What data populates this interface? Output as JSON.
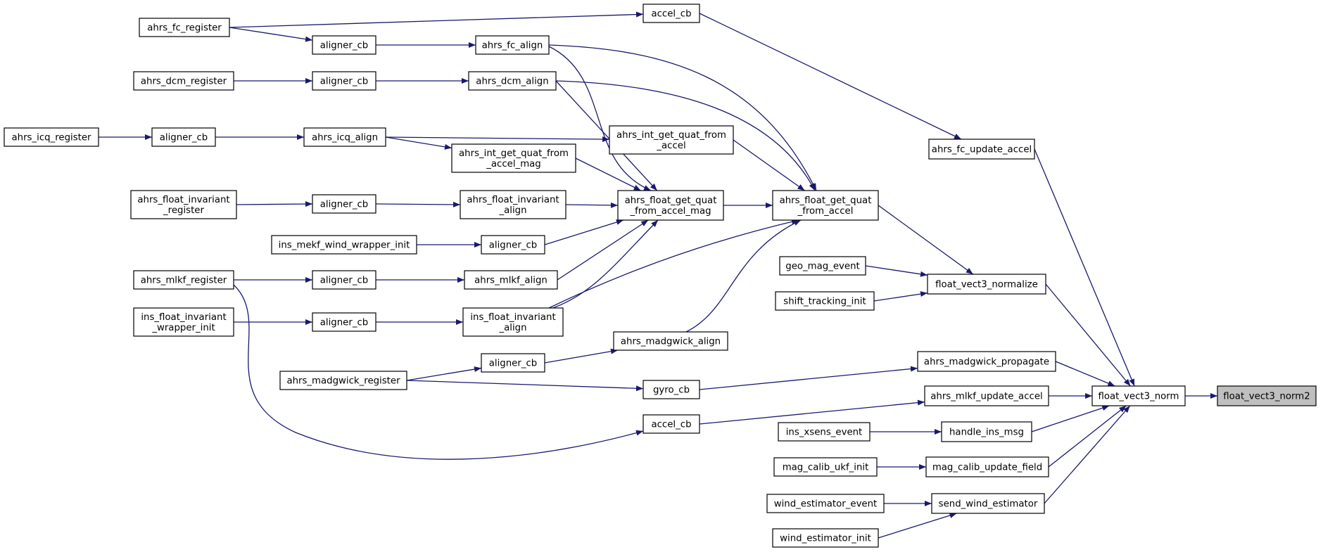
{
  "nodes": [
    {
      "id": "float_vect3_norm2",
      "lines": [
        "float_vect3_norm2"
      ],
      "highlight": true
    },
    {
      "id": "float_vect3_norm",
      "lines": [
        "float_vect3_norm"
      ]
    },
    {
      "id": "ahrs_fc_update_accel",
      "lines": [
        "ahrs_fc_update_accel"
      ]
    },
    {
      "id": "float_vect3_normalize",
      "lines": [
        "float_vect3_normalize"
      ]
    },
    {
      "id": "ahrs_madgwick_propagate",
      "lines": [
        "ahrs_madgwick_propagate"
      ]
    },
    {
      "id": "ahrs_mlkf_update_accel",
      "lines": [
        "ahrs_mlkf_update_accel"
      ]
    },
    {
      "id": "handle_ins_msg",
      "lines": [
        "handle_ins_msg"
      ]
    },
    {
      "id": "mag_calib_update_field",
      "lines": [
        "mag_calib_update_field"
      ]
    },
    {
      "id": "send_wind_estimator",
      "lines": [
        "send_wind_estimator"
      ]
    },
    {
      "id": "accel_cb_top",
      "lines": [
        "accel_cb"
      ]
    },
    {
      "id": "ahrs_float_get_quat_from_accel",
      "lines": [
        "ahrs_float_get_quat",
        "_from_accel"
      ]
    },
    {
      "id": "geo_mag_event",
      "lines": [
        "geo_mag_event"
      ]
    },
    {
      "id": "shift_tracking_init",
      "lines": [
        "shift_tracking_init"
      ]
    },
    {
      "id": "gyro_cb",
      "lines": [
        "gyro_cb"
      ]
    },
    {
      "id": "accel_cb_bottom",
      "lines": [
        "accel_cb"
      ]
    },
    {
      "id": "ins_xsens_event",
      "lines": [
        "ins_xsens_event"
      ]
    },
    {
      "id": "mag_calib_ukf_init",
      "lines": [
        "mag_calib_ukf_init"
      ]
    },
    {
      "id": "wind_estimator_event",
      "lines": [
        "wind_estimator_event"
      ]
    },
    {
      "id": "wind_estimator_init",
      "lines": [
        "wind_estimator_init"
      ]
    },
    {
      "id": "ahrs_fc_register",
      "lines": [
        "ahrs_fc_register"
      ]
    },
    {
      "id": "ahrs_fc_align",
      "lines": [
        "ahrs_fc_align"
      ]
    },
    {
      "id": "ahrs_dcm_align",
      "lines": [
        "ahrs_dcm_align"
      ]
    },
    {
      "id": "ahrs_int_get_quat_from_accel",
      "lines": [
        "ahrs_int_get_quat_from",
        "_accel"
      ]
    },
    {
      "id": "ahrs_float_get_quat_from_accel_mag",
      "lines": [
        "ahrs_float_get_quat",
        "_from_accel_mag"
      ]
    },
    {
      "id": "ins_float_invariant_align",
      "lines": [
        "ins_float_invariant",
        "_align"
      ]
    },
    {
      "id": "ahrs_madgwick_align",
      "lines": [
        "ahrs_madgwick_align"
      ]
    },
    {
      "id": "ahrs_madgwick_register",
      "lines": [
        "ahrs_madgwick_register"
      ]
    },
    {
      "id": "ahrs_mlkf_register",
      "lines": [
        "ahrs_mlkf_register"
      ]
    },
    {
      "id": "aligner_cb_fc",
      "lines": [
        "aligner_cb"
      ]
    },
    {
      "id": "ahrs_dcm_register",
      "lines": [
        "ahrs_dcm_register"
      ]
    },
    {
      "id": "aligner_cb_dcm",
      "lines": [
        "aligner_cb"
      ]
    },
    {
      "id": "ahrs_icq_register",
      "lines": [
        "ahrs_icq_register"
      ]
    },
    {
      "id": "aligner_cb_icq",
      "lines": [
        "aligner_cb"
      ]
    },
    {
      "id": "ahrs_icq_align",
      "lines": [
        "ahrs_icq_align"
      ]
    },
    {
      "id": "ahrs_int_get_quat_from_accel_mag",
      "lines": [
        "ahrs_int_get_quat_from",
        "_accel_mag"
      ]
    },
    {
      "id": "ahrs_float_invariant_register",
      "lines": [
        "ahrs_float_invariant",
        "_register"
      ]
    },
    {
      "id": "aligner_cb_fi",
      "lines": [
        "aligner_cb"
      ]
    },
    {
      "id": "ahrs_float_invariant_align",
      "lines": [
        "ahrs_float_invariant",
        "_align"
      ]
    },
    {
      "id": "ins_mekf_wind_wrapper_init",
      "lines": [
        "ins_mekf_wind_wrapper_init"
      ]
    },
    {
      "id": "aligner_cb_mekf",
      "lines": [
        "aligner_cb"
      ]
    },
    {
      "id": "aligner_cb_mlkf",
      "lines": [
        "aligner_cb"
      ]
    },
    {
      "id": "ahrs_mlkf_align",
      "lines": [
        "ahrs_mlkf_align"
      ]
    },
    {
      "id": "ins_float_invariant_wrapper_init",
      "lines": [
        "ins_float_invariant",
        "_wrapper_init"
      ]
    },
    {
      "id": "aligner_cb_ifi",
      "lines": [
        "aligner_cb"
      ]
    },
    {
      "id": "aligner_cb_mad",
      "lines": [
        "aligner_cb"
      ]
    }
  ],
  "edges": [
    {
      "from": "float_vect3_norm",
      "to": "float_vect3_norm2"
    },
    {
      "from": "ahrs_fc_update_accel",
      "to": "float_vect3_norm"
    },
    {
      "from": "float_vect3_normalize",
      "to": "float_vect3_norm"
    },
    {
      "from": "ahrs_madgwick_propagate",
      "to": "float_vect3_norm"
    },
    {
      "from": "ahrs_mlkf_update_accel",
      "to": "float_vect3_norm"
    },
    {
      "from": "handle_ins_msg",
      "to": "float_vect3_norm"
    },
    {
      "from": "mag_calib_update_field",
      "to": "float_vect3_norm"
    },
    {
      "from": "send_wind_estimator",
      "to": "float_vect3_norm"
    },
    {
      "from": "accel_cb_top",
      "to": "ahrs_fc_update_accel"
    },
    {
      "from": "ahrs_float_get_quat_from_accel",
      "to": "float_vect3_normalize"
    },
    {
      "from": "geo_mag_event",
      "to": "float_vect3_normalize"
    },
    {
      "from": "shift_tracking_init",
      "to": "float_vect3_normalize"
    },
    {
      "from": "gyro_cb",
      "to": "ahrs_madgwick_propagate"
    },
    {
      "from": "accel_cb_bottom",
      "to": "ahrs_mlkf_update_accel"
    },
    {
      "from": "ins_xsens_event",
      "to": "handle_ins_msg"
    },
    {
      "from": "mag_calib_ukf_init",
      "to": "mag_calib_update_field"
    },
    {
      "from": "wind_estimator_event",
      "to": "send_wind_estimator"
    },
    {
      "from": "wind_estimator_init",
      "to": "send_wind_estimator"
    },
    {
      "from": "ahrs_fc_register",
      "to": "accel_cb_top"
    },
    {
      "from": "ahrs_fc_align",
      "to": "ahrs_float_get_quat_from_accel"
    },
    {
      "from": "ahrs_dcm_align",
      "to": "ahrs_float_get_quat_from_accel"
    },
    {
      "from": "ahrs_int_get_quat_from_accel",
      "to": "ahrs_float_get_quat_from_accel"
    },
    {
      "from": "ahrs_float_get_quat_from_accel_mag",
      "to": "ahrs_float_get_quat_from_accel"
    },
    {
      "from": "ins_float_invariant_align",
      "to": "ahrs_float_get_quat_from_accel"
    },
    {
      "from": "ahrs_madgwick_align",
      "to": "ahrs_float_get_quat_from_accel"
    },
    {
      "from": "ahrs_madgwick_register",
      "to": "gyro_cb"
    },
    {
      "from": "ahrs_mlkf_register",
      "to": "accel_cb_bottom"
    },
    {
      "from": "ahrs_fc_register",
      "to": "aligner_cb_fc"
    },
    {
      "from": "aligner_cb_fc",
      "to": "ahrs_fc_align"
    },
    {
      "from": "ahrs_dcm_register",
      "to": "aligner_cb_dcm"
    },
    {
      "from": "aligner_cb_dcm",
      "to": "ahrs_dcm_align"
    },
    {
      "from": "ahrs_icq_register",
      "to": "aligner_cb_icq"
    },
    {
      "from": "aligner_cb_icq",
      "to": "ahrs_icq_align"
    },
    {
      "from": "ahrs_icq_align",
      "to": "ahrs_int_get_quat_from_accel"
    },
    {
      "from": "ahrs_icq_align",
      "to": "ahrs_int_get_quat_from_accel_mag"
    },
    {
      "from": "ahrs_fc_align",
      "to": "ahrs_float_get_quat_from_accel_mag"
    },
    {
      "from": "ahrs_dcm_align",
      "to": "ahrs_float_get_quat_from_accel_mag"
    },
    {
      "from": "ahrs_int_get_quat_from_accel_mag",
      "to": "ahrs_float_get_quat_from_accel_mag"
    },
    {
      "from": "ahrs_float_invariant_align",
      "to": "ahrs_float_get_quat_from_accel_mag"
    },
    {
      "from": "aligner_cb_mekf",
      "to": "ahrs_float_get_quat_from_accel_mag"
    },
    {
      "from": "ahrs_mlkf_align",
      "to": "ahrs_float_get_quat_from_accel_mag"
    },
    {
      "from": "ins_float_invariant_align",
      "to": "ahrs_float_get_quat_from_accel_mag"
    },
    {
      "from": "ahrs_float_invariant_register",
      "to": "aligner_cb_fi"
    },
    {
      "from": "aligner_cb_fi",
      "to": "ahrs_float_invariant_align"
    },
    {
      "from": "ins_mekf_wind_wrapper_init",
      "to": "aligner_cb_mekf"
    },
    {
      "from": "ahrs_mlkf_register",
      "to": "aligner_cb_mlkf"
    },
    {
      "from": "aligner_cb_mlkf",
      "to": "ahrs_mlkf_align"
    },
    {
      "from": "ins_float_invariant_wrapper_init",
      "to": "aligner_cb_ifi"
    },
    {
      "from": "aligner_cb_ifi",
      "to": "ins_float_invariant_align"
    },
    {
      "from": "ahrs_madgwick_register",
      "to": "aligner_cb_mad"
    },
    {
      "from": "aligner_cb_mad",
      "to": "ahrs_madgwick_align"
    }
  ],
  "colors": {
    "edge": "#191970",
    "node_border": "#000000",
    "highlight_fill": "#bfbfbf"
  }
}
